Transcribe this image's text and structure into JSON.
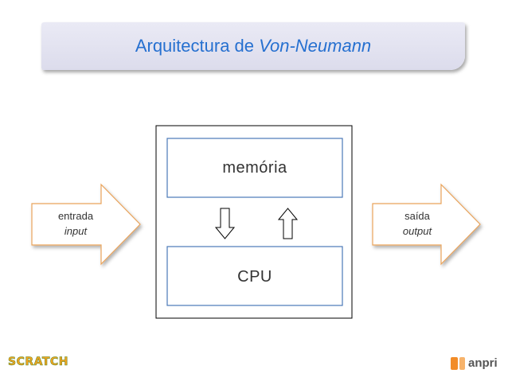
{
  "title": {
    "prefix": "Arquitectura de ",
    "emphasis": "Von-Neumann",
    "color": "#2670d0"
  },
  "diagram": {
    "memory_label": "memória",
    "cpu_label": "CPU",
    "input": {
      "pt": "entrada",
      "en": "input"
    },
    "output": {
      "pt": "saída",
      "en": "output"
    },
    "arrows": [
      "down-arrow-icon",
      "up-arrow-icon"
    ]
  },
  "logos": {
    "left": "SCRATCH",
    "right": "anpri"
  }
}
